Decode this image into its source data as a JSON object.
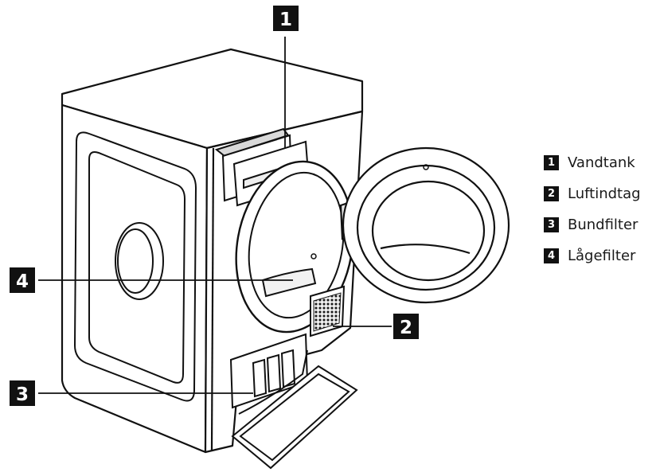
{
  "callouts": [
    {
      "number": "1",
      "label": "Vandtank"
    },
    {
      "number": "2",
      "label": "Luftindtag"
    },
    {
      "number": "3",
      "label": "Bundfilter"
    },
    {
      "number": "4",
      "label": "Lågefilter"
    }
  ],
  "colors": {
    "ink": "#111111",
    "badge_text": "#ffffff",
    "background": "#ffffff",
    "shade": "#d9d9d9"
  }
}
